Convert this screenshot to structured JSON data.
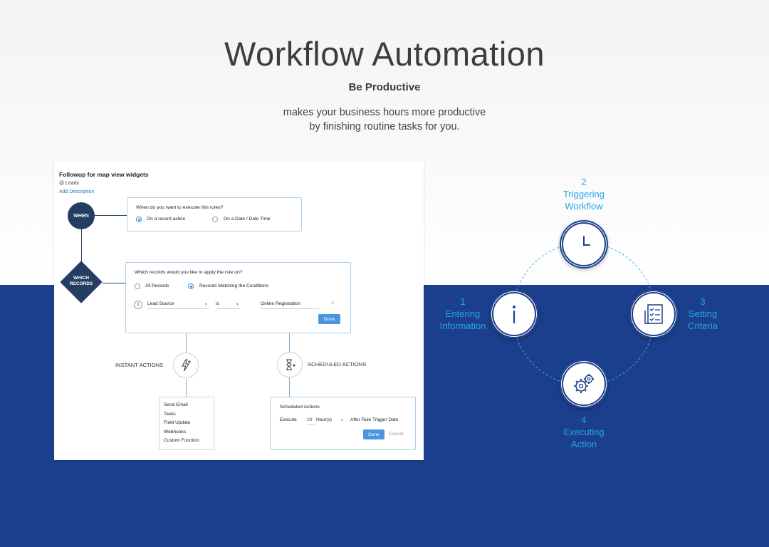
{
  "hero": {
    "title": "Workflow Automation",
    "subtitle": "Be Productive",
    "description_line1": "makes your business hours more productive",
    "description_line2": "by finishing routine tasks for you."
  },
  "rule": {
    "name": "Followup for map view widgets",
    "module": "@ Leads",
    "add_description": "Add Description",
    "when_label": "WHEN",
    "which_label_line1": "WHICH",
    "which_label_line2": "RECORDS",
    "when_question": "When do you want to execute this rules?",
    "when_opt1": "On a record action",
    "when_opt2": "On a Date / Date Time",
    "which_question": "Which records would you like to apply the rule on?",
    "which_opt1": "All Records",
    "which_opt2": "Records Matching the Conditions",
    "cond_index": "1",
    "cond_field": "Lead Source",
    "cond_op": "is",
    "cond_value": "Online Registration",
    "done_label": "Done",
    "instant_label": "INSTANT ACTIONS",
    "scheduled_label": "SCHEDULED ACTIONS",
    "instant_items": [
      "Send Email",
      "Tasks",
      "Field Update",
      "Webhooks",
      "Custom Function"
    ],
    "sched_title": "Scheduled Actions",
    "sched_execute": "Execute",
    "sched_num": "03",
    "sched_unit": "Hour(s)",
    "sched_after": "After Rule Trigger Date",
    "sched_done": "Done",
    "sched_cancel": "Cancel"
  },
  "cycle": {
    "step1": {
      "num": "1",
      "line1": "Entering",
      "line2": "Information",
      "icon": "info-icon"
    },
    "step2": {
      "num": "2",
      "line1": "Triggering",
      "line2": "Workflow",
      "icon": "clock-icon"
    },
    "step3": {
      "num": "3",
      "line1": "Setting",
      "line2": "Criteria",
      "icon": "checklist-icon"
    },
    "step4": {
      "num": "4",
      "line1": "Executing",
      "line2": "Action",
      "icon": "gears-icon"
    }
  },
  "colors": {
    "band": "#1b3f8c",
    "accent": "#24a6e6",
    "node": "#253d63",
    "button": "#4a95dd"
  }
}
